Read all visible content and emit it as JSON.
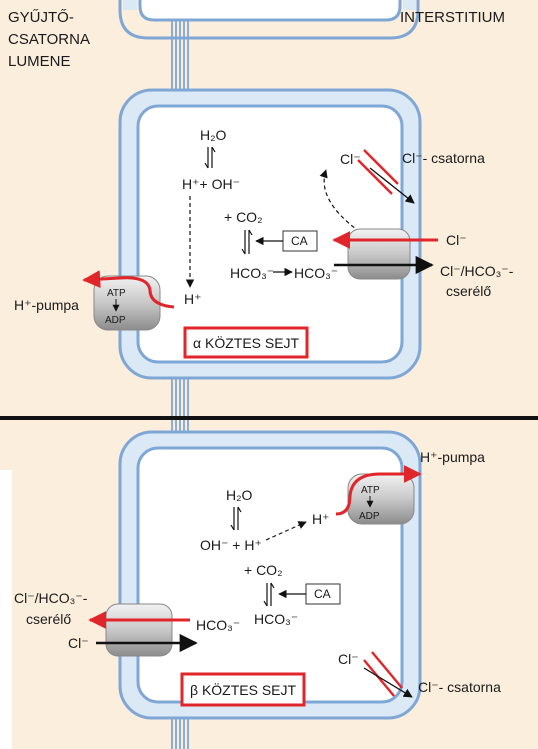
{
  "labels": {
    "lumen_line1": "GYŰJTŐ-",
    "lumen_line2": "CSATORNA",
    "lumen_line3": "LUMENE",
    "interstitium": "INTERSTITIUM"
  },
  "alpha_cell": {
    "title": "α KÖZTES SEJT",
    "h2o": "H₂O",
    "h_oh": "H⁺+ OH⁻",
    "co2": "+ CO₂",
    "hco3_left": "HCO₃⁻",
    "hco3_right": "HCO₃⁻",
    "h_plus": "H⁺",
    "ca": "CA",
    "cl_inside": "Cl⁻",
    "cl_channel": "Cl⁻- csatorna",
    "cl_exchanger_in": "Cl⁻",
    "exchanger_label_1": "Cl⁻/HCO₃⁻-",
    "exchanger_label_2": "cserélő",
    "pump_label": "H⁺-pumpa",
    "atp": "ATP",
    "adp": "ADP"
  },
  "beta_cell": {
    "title": "β KÖZTES SEJT",
    "h2o": "H₂O",
    "oh_h": "OH⁻ + H⁺",
    "co2": "+ CO₂",
    "hco3_1": "HCO₃⁻",
    "hco3_2": "HCO₃⁻",
    "h_plus": "H⁺",
    "ca": "CA",
    "cl_lumen": "Cl⁻",
    "cl_channel_in": "Cl⁻",
    "cl_channel": "Cl⁻- csatorna",
    "exchanger_label_1": "Cl⁻/HCO₃⁻-",
    "exchanger_label_2": "cserélő",
    "pump_label": "H⁺-pumpa",
    "atp": "ATP",
    "adp": "ADP"
  },
  "colors": {
    "background": "#fbeedd",
    "membrane": "#7fa7d6",
    "cell_fill": "#ffffff",
    "accent_red": "#e0262a",
    "divider": "#111111"
  }
}
